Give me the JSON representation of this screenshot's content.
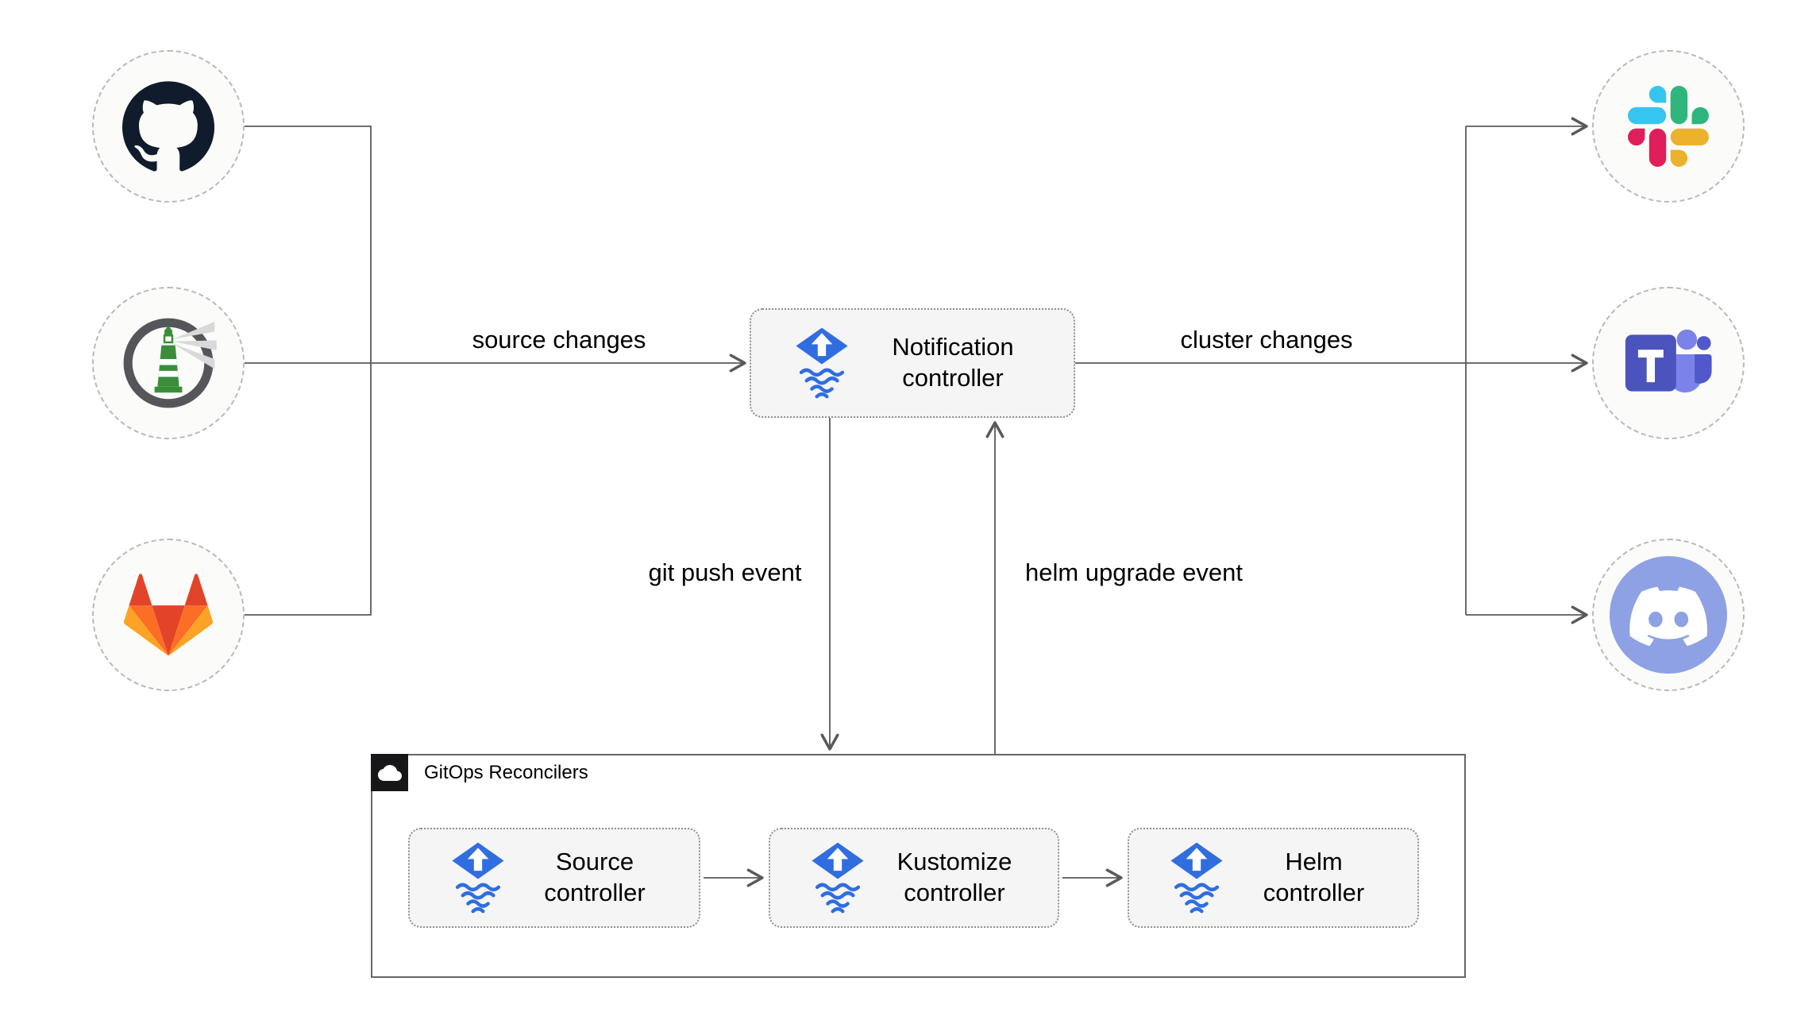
{
  "nodes": {
    "notification_controller": {
      "label": "Notification controller",
      "icon": "flux-icon"
    },
    "source_controller": {
      "label": "Source controller",
      "icon": "flux-icon"
    },
    "kustomize_controller": {
      "label": "Kustomize controller",
      "icon": "flux-icon"
    },
    "helm_controller": {
      "label": "Helm controller",
      "icon": "flux-icon"
    },
    "gitops_reconcilers": {
      "label": "GitOps Reconcilers",
      "icon": "cloud-icon"
    }
  },
  "source_nodes": [
    {
      "icon": "github-icon"
    },
    {
      "icon": "harbor-icon"
    },
    {
      "icon": "gitlab-icon"
    }
  ],
  "target_nodes": [
    {
      "icon": "slack-icon"
    },
    {
      "icon": "microsoft-teams-icon"
    },
    {
      "icon": "discord-icon"
    }
  ],
  "edge_labels": {
    "source_changes": "source changes",
    "cluster_changes": "cluster changes",
    "git_push_event": "git push event",
    "helm_upgrade_event": "helm upgrade event"
  },
  "colors": {
    "flux_blue": "#2f6de1",
    "line_gray": "#595959",
    "node_fill": "#f5f5f5",
    "circle_border": "#b9b9b9",
    "github_dark": "#101c2c",
    "gitlab_red": "#e24329",
    "gitlab_orange": "#fc6d26",
    "gitlab_yellow": "#fca326",
    "slack_blue": "#36c5f0",
    "slack_green": "#2eb67d",
    "slack_yellow": "#ecb22e",
    "slack_red": "#e01e5a",
    "teams_purple": "#4b53bc",
    "discord_blurple": "#8ea1e5",
    "harbor_green": "#3a8e3a",
    "badge_black": "#17171a"
  }
}
